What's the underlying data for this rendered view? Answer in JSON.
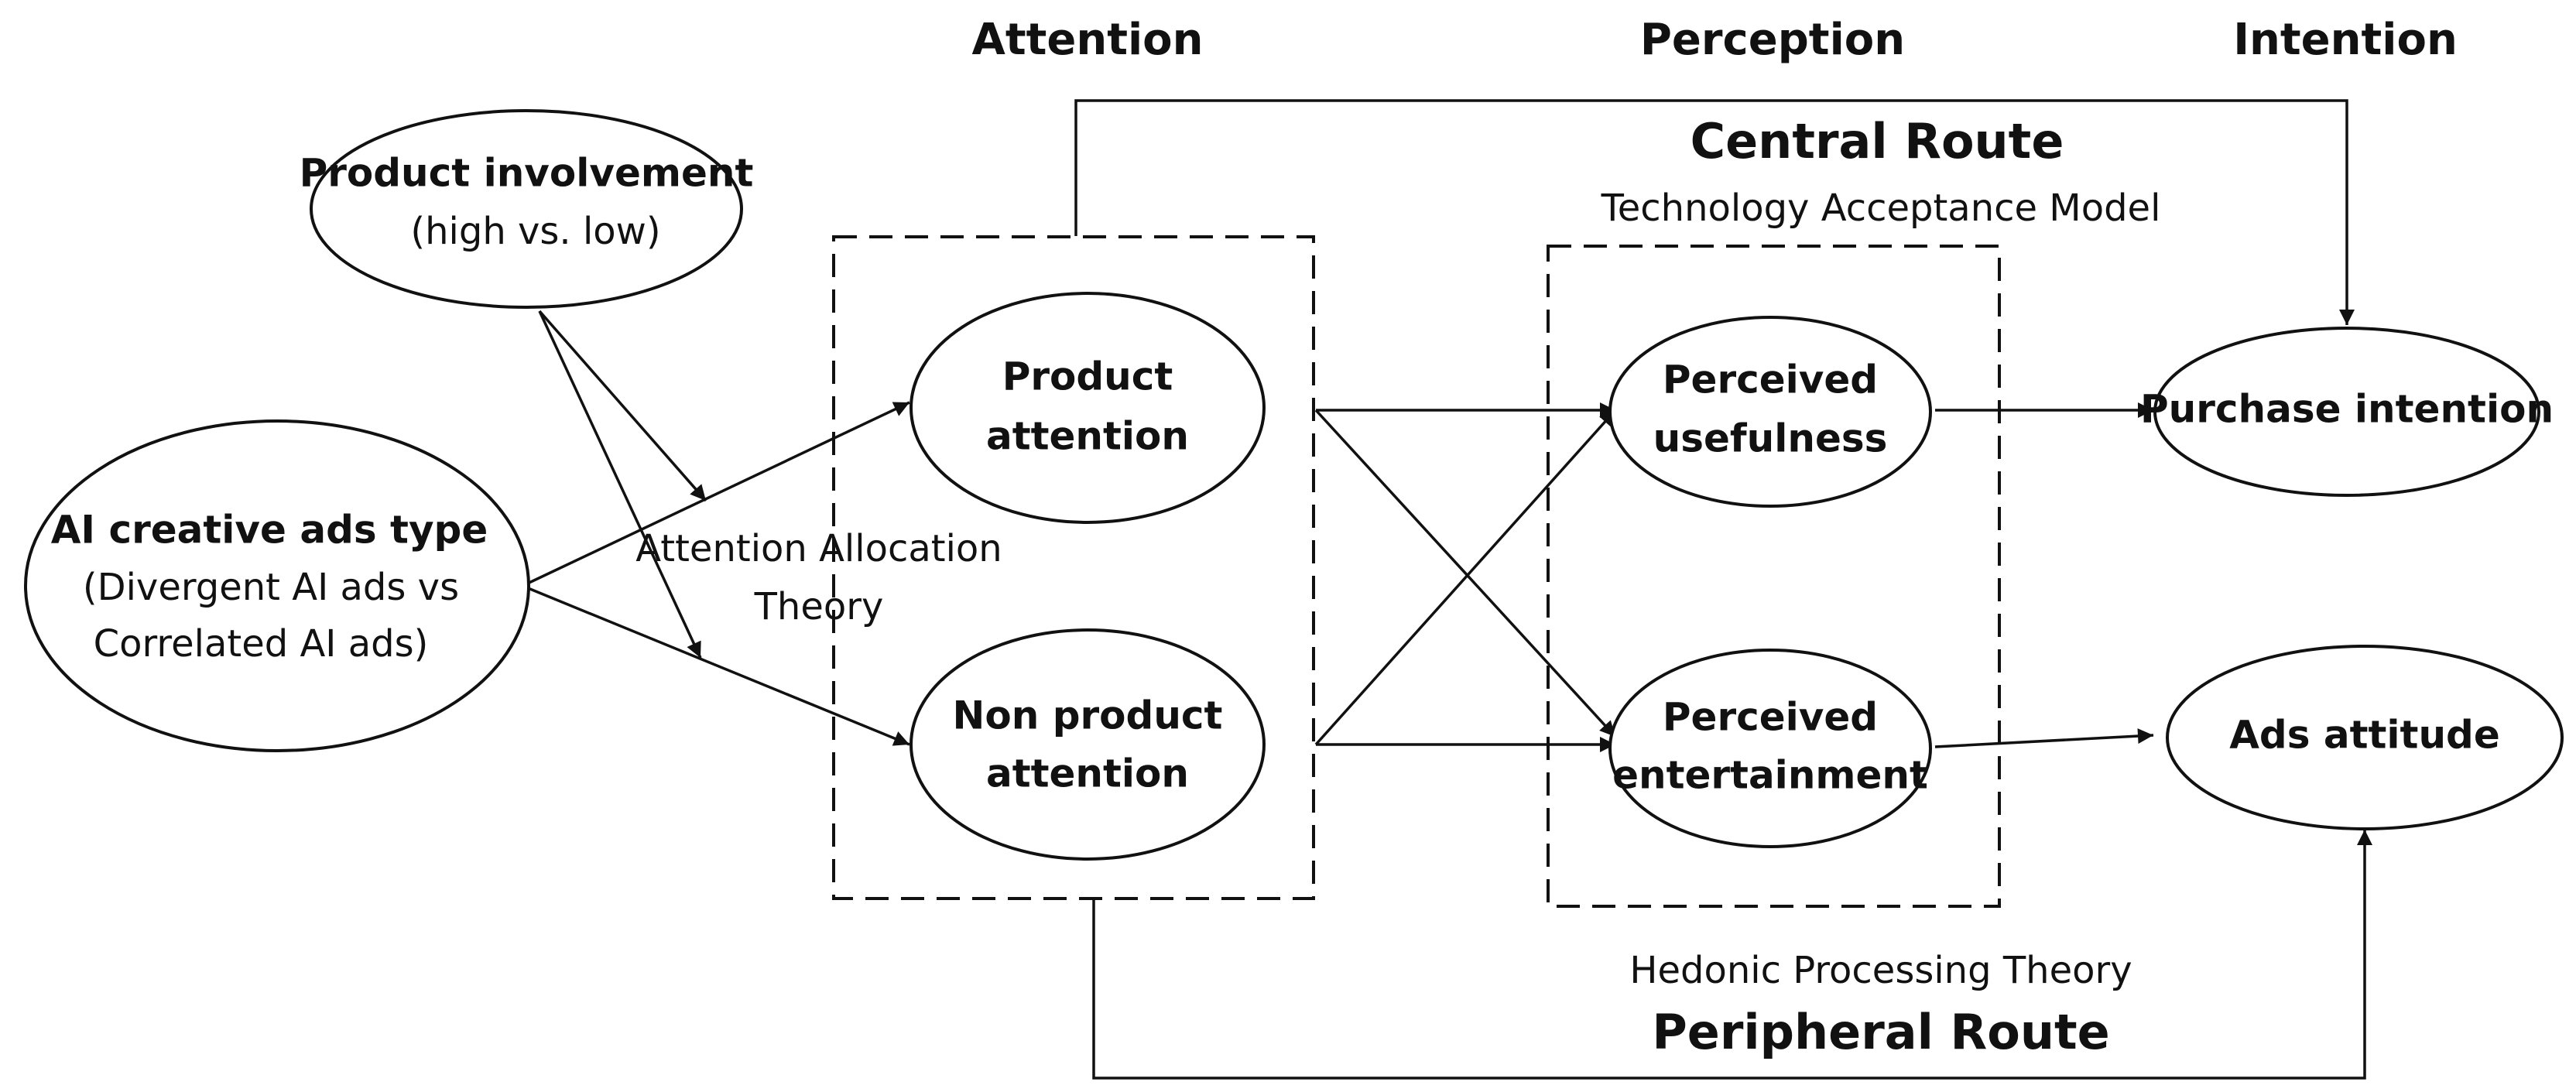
{
  "stages": {
    "attention": "Attention",
    "perception": "Perception",
    "intention": "Intention"
  },
  "routes": {
    "central": "Central Route",
    "peripheral": "Peripheral Route"
  },
  "theories": {
    "tam": "Technology Acceptance Model",
    "attention_allocation": [
      "Attention Allocation",
      "Theory"
    ],
    "hedonic": "Hedonic Processing Theory"
  },
  "nodes": {
    "product_involvement": {
      "title": "Product involvement",
      "subtitle": "(high vs. low)"
    },
    "ai_ads_type": {
      "title": "AI creative ads type",
      "subtitle_lines": [
        "(Divergent AI ads vs",
        "Correlated AI ads)"
      ]
    },
    "product_attention": {
      "lines": [
        "Product",
        "attention"
      ]
    },
    "non_product_attention": {
      "lines": [
        "Non product",
        "attention"
      ]
    },
    "perceived_usefulness": {
      "lines": [
        "Perceived",
        "usefulness"
      ]
    },
    "perceived_entertainment": {
      "lines": [
        "Perceived",
        "entertainment"
      ]
    },
    "purchase_intention": {
      "title": "Purchase intention"
    },
    "ads_attitude": {
      "title": "Ads attitude"
    }
  },
  "colors": {
    "stroke": "#111111",
    "background": "#ffffff"
  }
}
